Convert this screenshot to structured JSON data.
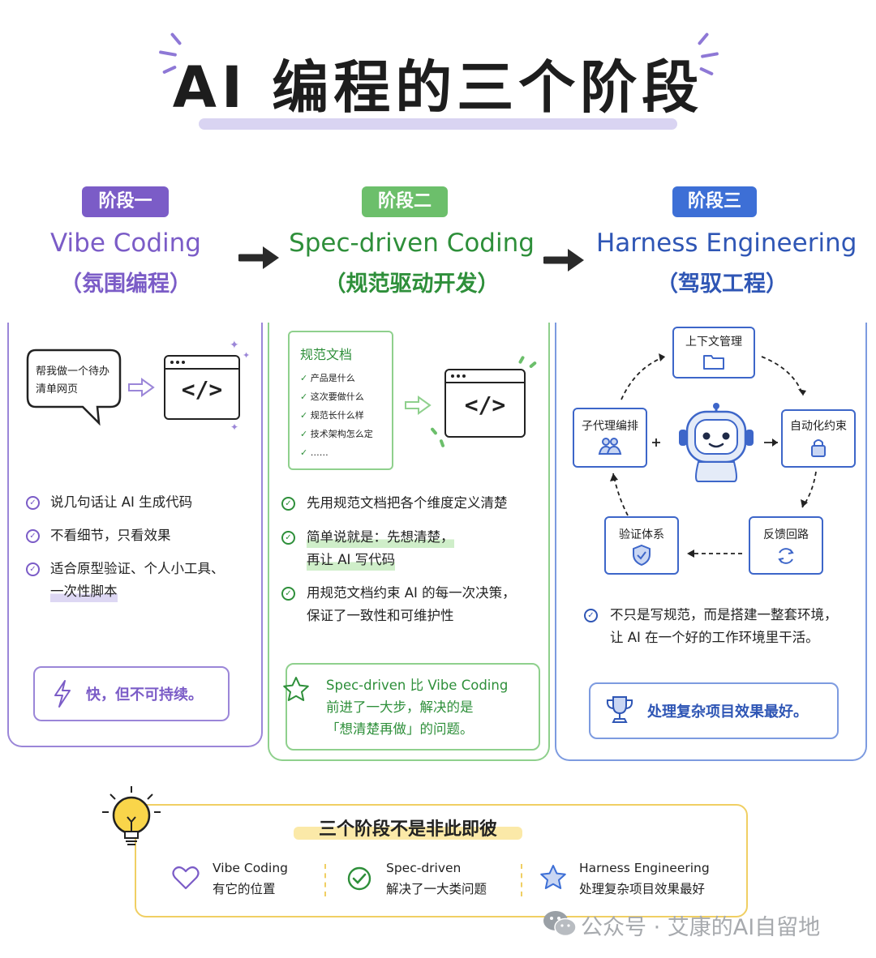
{
  "title": "AI 编程的三个阶段",
  "stages": [
    {
      "badge": "阶段一",
      "name": "Vibe Coding",
      "subtitle": "（氛围编程）",
      "color": "#7b5cc7",
      "badge_color": "#7b5cc7",
      "chat_bubble": "帮我做一个待办清单网页",
      "code_glyph": "</>",
      "points": [
        "说几句话让 AI 生成代码",
        "不看细节，只看效果",
        "适合原型验证、个人小工具、",
        "一次性脚本"
      ],
      "callout": "快，但不可持续。",
      "callout_icon": "lightning-icon"
    },
    {
      "badge": "阶段二",
      "name": "Spec-driven Coding",
      "subtitle": "（规范驱动开发）",
      "color": "#2e8f3a",
      "badge_color": "#6cbf6b",
      "doc_title": "规范文档",
      "doc_items": [
        "产品是什么",
        "这次要做什么",
        "规范长什么样",
        "技术架构怎么定",
        "……"
      ],
      "code_glyph": "</>",
      "points": [
        "先用规范文档把各个维度定义清楚",
        "简单说就是：先想清楚，",
        "再让 AI 写代码",
        "用规范文档约束 AI 的每一次决策，",
        "保证了一致性和可维护性"
      ],
      "callout_lines": [
        "Spec-driven 比 Vibe Coding",
        "前进了一大步，解决的是",
        "「想清楚再做」的问题。"
      ],
      "callout_icon": "star-icon"
    },
    {
      "badge": "阶段三",
      "name": "Harness Engineering",
      "subtitle": "（驾驭工程）",
      "color": "#2f56b5",
      "badge_color": "#3d6fd6",
      "nodes": [
        "上下文管理",
        "自动化约束",
        "反馈回路",
        "验证体系",
        "子代理编排"
      ],
      "points": [
        "不只是写规范，而是搭建一整套环境，",
        "让 AI 在一个好的工作环境里干活。"
      ],
      "callout": "处理复杂项目效果最好。",
      "callout_icon": "trophy-icon"
    }
  ],
  "footer": {
    "title": "三个阶段不是非此即彼",
    "items": [
      {
        "line1": "Vibe Coding",
        "line2": "有它的位置",
        "icon": "heart-icon",
        "color": "#7b5cc7"
      },
      {
        "line1": "Spec-driven",
        "line2": "解决了一大类问题",
        "icon": "check-circle-icon",
        "color": "#2e8f3a"
      },
      {
        "line1": "Harness Engineering",
        "line2": "处理复杂项目效果最好",
        "icon": "star-icon",
        "color": "#3d6fd6"
      }
    ]
  },
  "watermark": "公众号 · 艾康的AI自留地"
}
